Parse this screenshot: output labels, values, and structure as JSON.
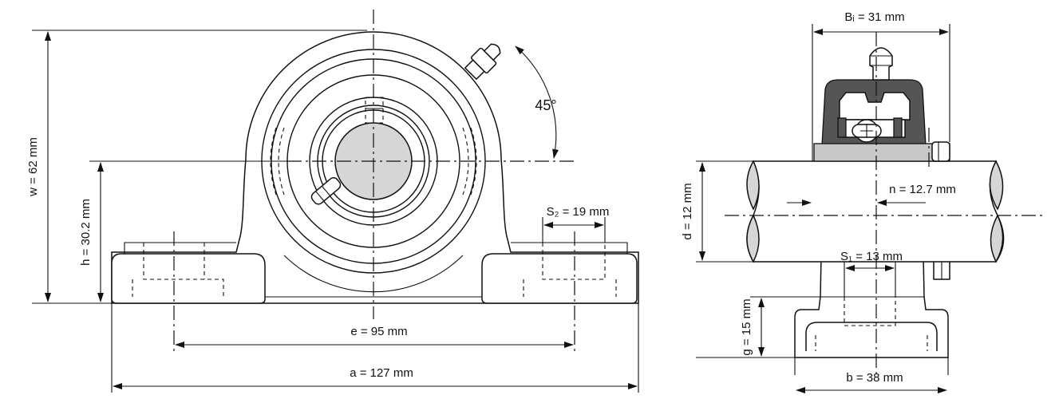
{
  "front_view": {
    "height_total": "w = 62 mm",
    "center_height": "h = 30.2 mm",
    "bolt_spacing": "e = 95 mm",
    "overall_length": "a = 127 mm",
    "slot_width": "S₂ = 19 mm",
    "grease_angle": "45°"
  },
  "side_view": {
    "inner_width": "Bᵢ = 31 mm",
    "bore_diameter": "d = 12 mm",
    "set_screw_offset": "n = 12.7 mm",
    "slot_width": "S₁ = 13 mm",
    "foot_height": "g = 15 mm",
    "base_width": "b = 38 mm"
  }
}
